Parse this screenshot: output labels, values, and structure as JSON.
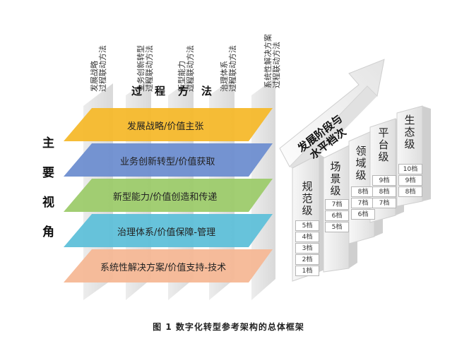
{
  "process_columns": [
    {
      "label": "发展战略\n过程联动方法"
    },
    {
      "label": "业务创新转型\n过程联动方法"
    },
    {
      "label": "新型能力\n过程联动方法"
    },
    {
      "label": "治理体系\n过程联动方法"
    },
    {
      "label": "系统性解决方案\n过程联动方法"
    }
  ],
  "process_title": "过程方法",
  "main_perspective": [
    "主",
    "要",
    "视",
    "角"
  ],
  "layers": [
    {
      "label": "发展战略/价值主张",
      "color": "#f5b92c"
    },
    {
      "label": "业务创新转型/价值获取",
      "color": "#6e8ed0"
    },
    {
      "label": "新型能力/价值创造和传递",
      "color": "#9dcb6b"
    },
    {
      "label": "治理体系/价值保障-管理",
      "color": "#5fc0d9"
    },
    {
      "label": "系统性解决方案/价值支持-技术",
      "color": "#f6b896"
    }
  ],
  "arrow_label": "发展阶段与\n水平档次",
  "stairs": [
    {
      "title": "规范级",
      "grades": [
        "5档",
        "4档",
        "3档",
        "2档",
        "1档"
      ]
    },
    {
      "title": "场景级",
      "grades": [
        "7档",
        "6档",
        "5档"
      ]
    },
    {
      "title": "领域级",
      "grades": [
        "8档",
        "7档",
        "6档"
      ]
    },
    {
      "title": "平台级",
      "grades": [
        "9档",
        "8档",
        "7档"
      ]
    },
    {
      "title": "生态级",
      "grades": [
        "10档",
        "9档",
        "8档"
      ]
    }
  ],
  "caption": "图 1   数字化转型参考架构的总体框架"
}
